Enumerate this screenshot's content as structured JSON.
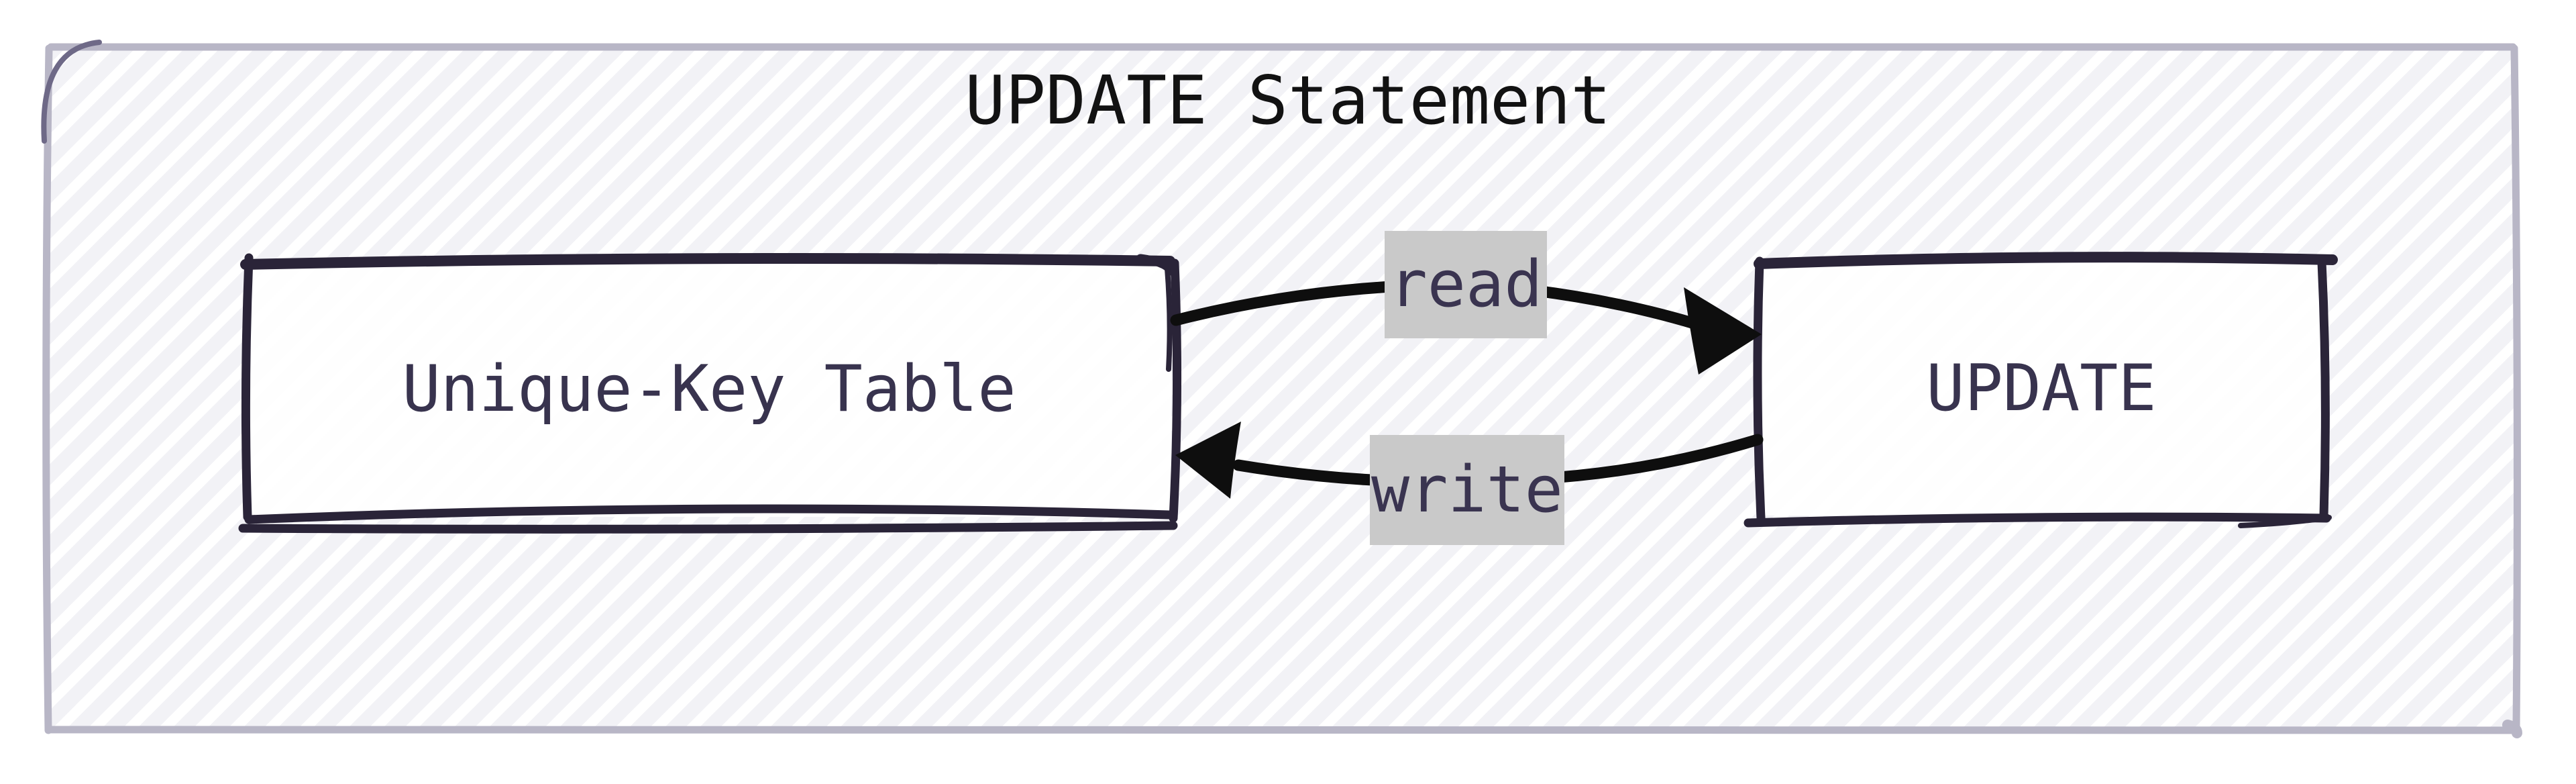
{
  "diagram": {
    "title": "UPDATE Statement",
    "nodes": [
      {
        "id": "unique-key-table",
        "label": "Unique-Key Table"
      },
      {
        "id": "update",
        "label": "UPDATE"
      }
    ],
    "edges": [
      {
        "id": "read",
        "label": "read",
        "from": "unique-key-table",
        "to": "update",
        "direction": "left-to-right"
      },
      {
        "id": "write",
        "label": "write",
        "from": "update",
        "to": "unique-key-table",
        "direction": "right-to-left"
      }
    ],
    "colors": {
      "frame_border": "#b8b6c6",
      "hatch_stripe": "#f2f2f6",
      "node_border": "#2a2438",
      "node_text": "#38334e",
      "arrow": "#0e0e0e",
      "edge_label_bg": "#c9c9c9",
      "edge_label_text": "#3a3450",
      "title_text": "#121212"
    }
  }
}
